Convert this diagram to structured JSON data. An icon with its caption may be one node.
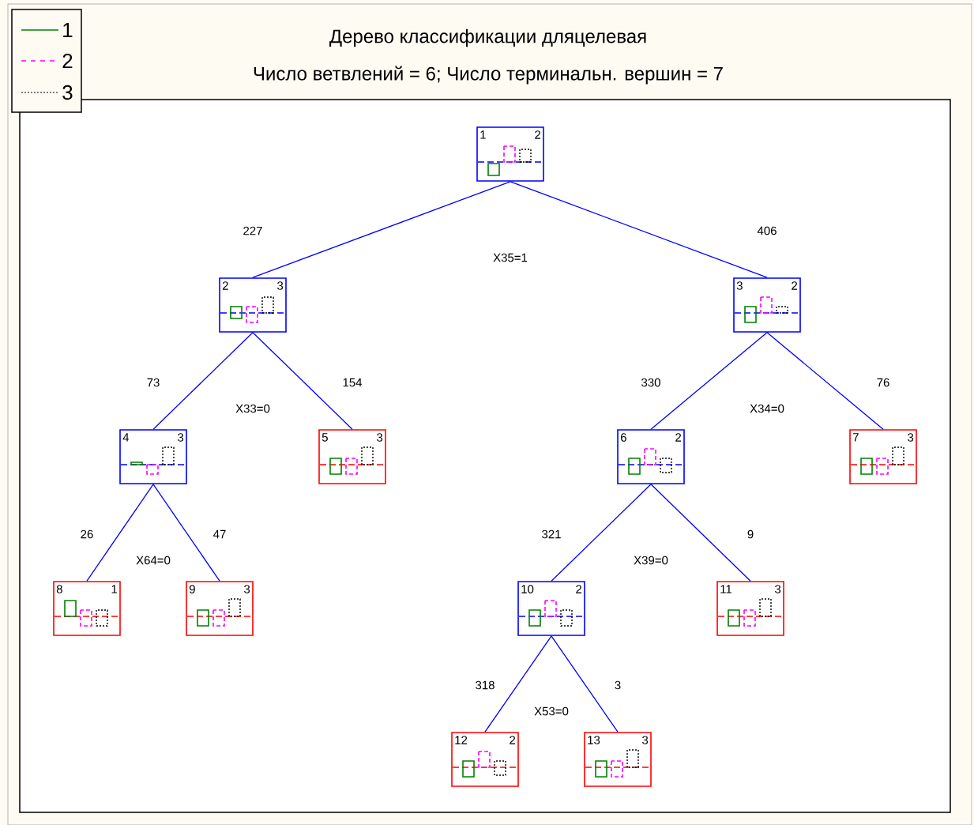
{
  "diagram": {
    "title": "Дерево классификации дляцелевая",
    "nodes": [
      {
        "text": [
          "1",
          "2"
        ]
      },
      {
        "text": [
          "2",
          "3"
        ]
      },
      {
        "text": [
          "3",
          "2"
        ]
      },
      {
        "text": [
          "4",
          "3"
        ]
      },
      {
        "text": [
          "5",
          "3"
        ]
      },
      {
        "text": [
          "6",
          "2"
        ]
      },
      {
        "text": [
          "7",
          "3"
        ]
      },
      {
        "text": [
          "8",
          "1"
        ]
      },
      {
        "text": [
          "9",
          "3"
        ]
      },
      {
        "text": [
          "10",
          "2"
        ]
      },
      {
        "text": [
          "11",
          "3"
        ]
      },
      {
        "text": [
          "12",
          "2"
        ]
      },
      {
        "text": [
          "13",
          "3"
        ]
      }
    ],
    "edges": [
      {
        "from": 0,
        "to": 1,
        "arrow": "none",
        "label": "227"
      },
      {
        "from": 0,
        "to": 2,
        "arrow": "none",
        "label": "406"
      },
      {
        "from": 1,
        "to": 3,
        "arrow": "none",
        "label": "73"
      },
      {
        "from": 1,
        "to": 4,
        "arrow": "none",
        "label": "154"
      },
      {
        "from": 2,
        "to": 5,
        "arrow": "none",
        "label": "330"
      },
      {
        "from": 2,
        "to": 6,
        "arrow": "none",
        "label": "76"
      },
      {
        "from": 3,
        "to": 7,
        "arrow": "none",
        "label": "26"
      },
      {
        "from": 3,
        "to": 8,
        "arrow": "none",
        "label": "47"
      },
      {
        "from": 5,
        "to": 9,
        "arrow": "none",
        "label": "321"
      },
      {
        "from": 5,
        "to": 10,
        "arrow": "none",
        "label": "9"
      },
      {
        "from": 9,
        "to": 11,
        "arrow": "none",
        "label": "318"
      },
      {
        "from": 9,
        "to": 12,
        "arrow": "none",
        "label": "3"
      }
    ],
    "labels": [
      "Число  ветвлений = 6; Число терминальн. вершин = 7",
      "X35=1",
      "X33=0",
      "X34=0",
      "X64=0",
      "X39=0",
      "X53=0"
    ],
    "legend": [
      {
        "text": "1"
      },
      {
        "text": "2"
      },
      {
        "text": "3"
      }
    ]
  }
}
